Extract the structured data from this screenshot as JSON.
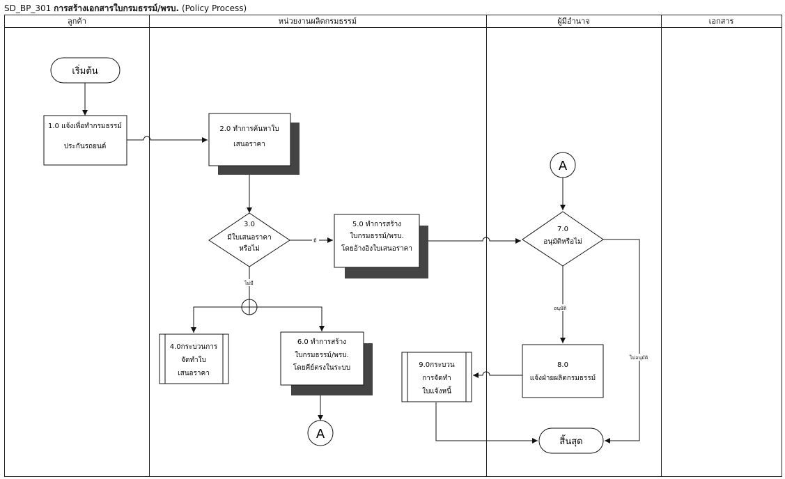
{
  "title": {
    "code": "SD_BP_301",
    "thai": "การสร้างเอกสารใบกรมธรรม์/พรบ.",
    "eng": "(Policy Process)"
  },
  "lanes": [
    "ลูกค้า",
    "หน่วยงานผลิตกรมธรรม์",
    "ผู้มีอำนาจ",
    "เอกสาร"
  ],
  "nodes": {
    "start": "เริ่มต้น",
    "n1_line1": "1.0 แจ้งเพื่อทำกรมธรรม์",
    "n1_line2": "ประกันรถยนต์",
    "n2_line1": "2.0 ทำการค้นหาใบ",
    "n2_line2": "เสนอราคา",
    "d3_num": "3.0",
    "d3_line1": "มีใบเสนอราคา",
    "d3_line2": "หรือไม่",
    "n4_line1": "4.0กระบวนการ",
    "n4_line2": "จัดทำใบ",
    "n4_line3": "เสนอราคา",
    "n5_line1": "5.0 ทำการสร้าง",
    "n5_line2": "ใบกรมธรรม์/พรบ.",
    "n5_line3": "โดยอ้างอิงใบเสนอราคา",
    "n6_line1": "6.0 ทำการสร้าง",
    "n6_line2": "ใบกรมธรรม์/พรบ.",
    "n6_line3": "โดยคีย์ตรงในระบบ",
    "connector_a": "A",
    "d7_num": "7.0",
    "d7_line1": "อนุมัติหรือไม่",
    "n8_num": "8.0",
    "n8_line1": "แจ้งฝ่ายผลิตกรมธรรม์",
    "n9_line1": "9.0กระบวน",
    "n9_line2": "การจัดทำ",
    "n9_line3": "ใบแจ้งหนี้",
    "end": "สิ้นสุด"
  },
  "edge_labels": {
    "yes": "มี",
    "no": "ไม่มี",
    "approve": "อนุมัติ",
    "reject": "ไม่อนุมัติ"
  }
}
